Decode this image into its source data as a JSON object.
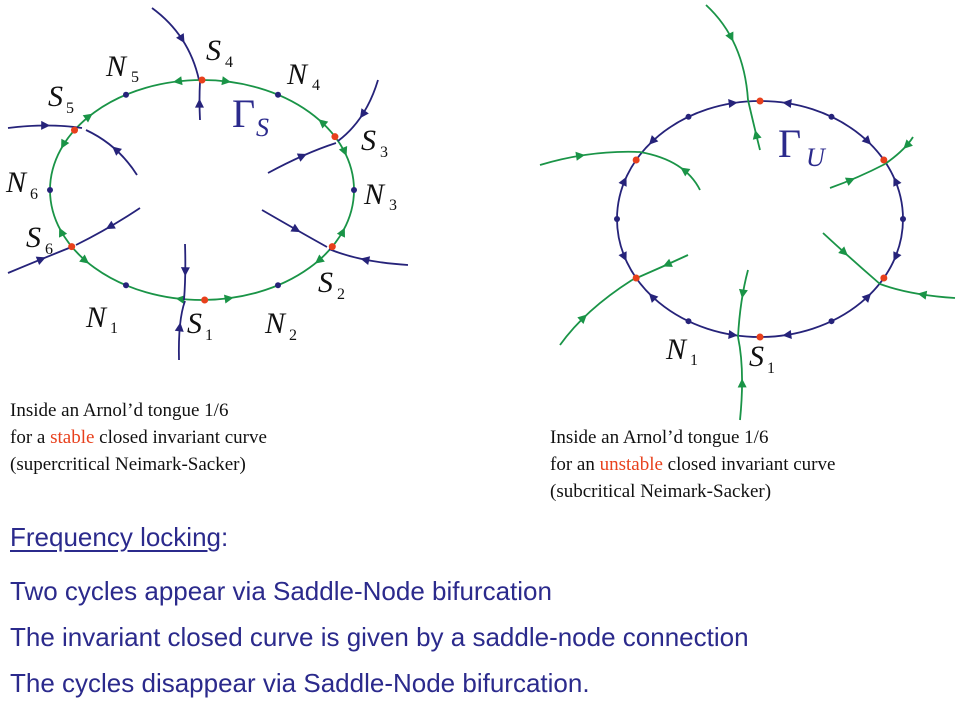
{
  "colors": {
    "stable_branch": "#1a9447",
    "unstable_branch": "#26237a",
    "fixed_point": "#e8401c",
    "text": "#2b2a8c"
  },
  "left_diagram": {
    "curve_label": {
      "symbol": "Γ",
      "subscript": "S"
    },
    "saddles": [
      {
        "name": "S",
        "index": "1"
      },
      {
        "name": "S",
        "index": "2"
      },
      {
        "name": "S",
        "index": "3"
      },
      {
        "name": "S",
        "index": "4"
      },
      {
        "name": "S",
        "index": "5"
      },
      {
        "name": "S",
        "index": "6"
      }
    ],
    "nodes": [
      {
        "name": "N",
        "index": "1"
      },
      {
        "name": "N",
        "index": "2"
      },
      {
        "name": "N",
        "index": "3"
      },
      {
        "name": "N",
        "index": "4"
      },
      {
        "name": "N",
        "index": "5"
      },
      {
        "name": "N",
        "index": "6"
      }
    ]
  },
  "right_diagram": {
    "curve_label": {
      "symbol": "Γ",
      "subscript": "U"
    },
    "saddle_label": {
      "name": "S",
      "index": "1"
    },
    "node_label": {
      "name": "N",
      "index": "1"
    }
  },
  "captions": {
    "left": {
      "line1": "Inside an Arnol’d tongue 1/6",
      "line2_pre": "for a ",
      "line2_hl": "stable",
      "line2_post": " closed invariant curve",
      "line3": "(supercritical Neimark-Sacker)"
    },
    "right": {
      "line1": "Inside an Arnol’d tongue 1/6",
      "line2_pre": "for an ",
      "line2_hl": "unstable",
      "line2_post": " closed invariant curve",
      "line3": "(subcritical Neimark-Sacker)"
    }
  },
  "text": {
    "heading": "Frequency locking",
    "heading_colon": ":",
    "line1": "Two cycles appear via Saddle-Node bifurcation",
    "line2": "The invariant closed curve is given by a saddle-node connection",
    "line3": "The cycles disappear via Saddle-Node bifurcation."
  }
}
